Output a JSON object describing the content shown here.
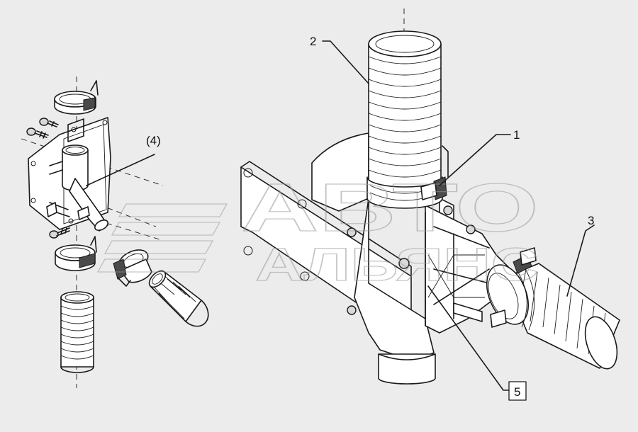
{
  "callouts": [
    {
      "id": "1",
      "text": "1",
      "boxed": false
    },
    {
      "id": "2",
      "text": "2",
      "boxed": false
    },
    {
      "id": "3",
      "text": "3",
      "boxed": false
    },
    {
      "id": "4",
      "text": "(4)",
      "boxed": false
    },
    {
      "id": "5",
      "text": "5",
      "boxed": true
    }
  ],
  "watermark": {
    "line1": "АВТО",
    "line2": "АЛЬЯНС"
  }
}
